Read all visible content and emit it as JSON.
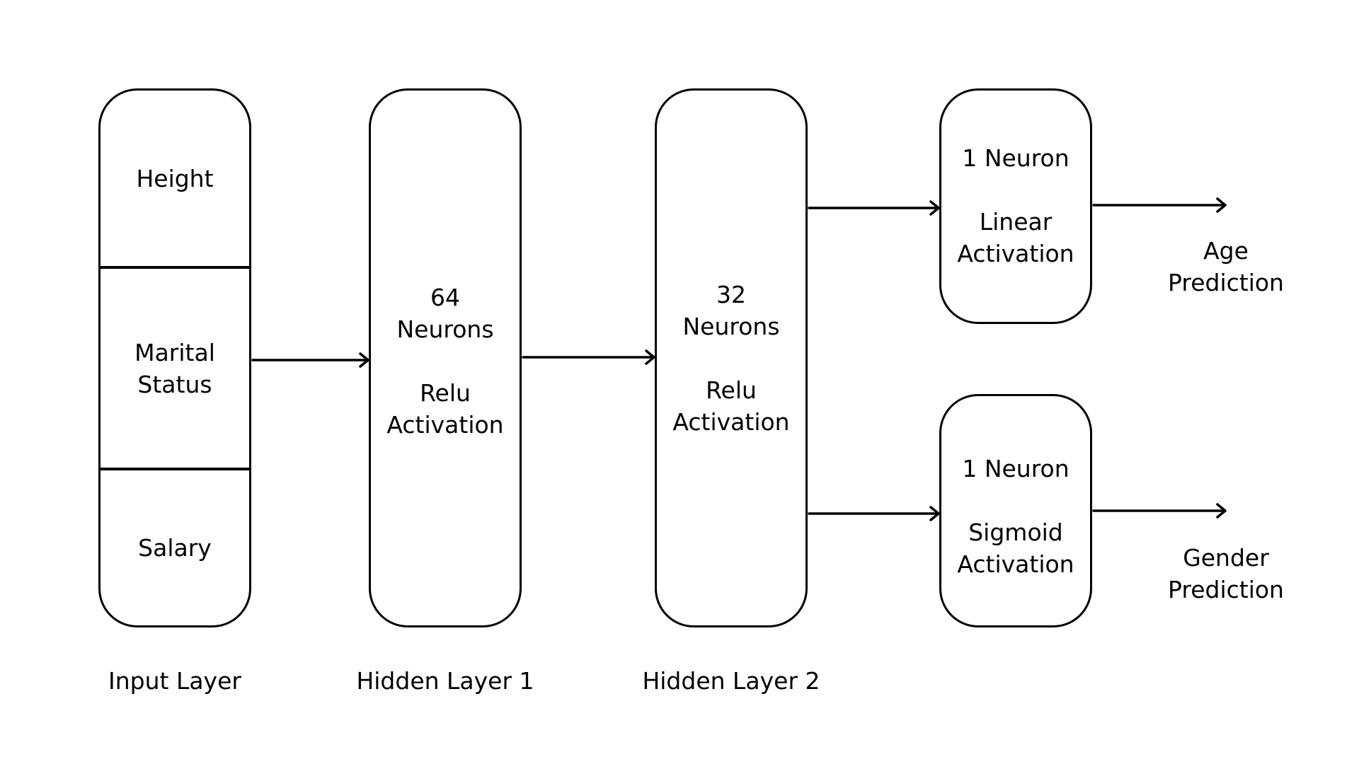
{
  "input_layer": {
    "features": [
      "Height",
      "Marital\nStatus",
      "Salary"
    ],
    "label": "Input Layer"
  },
  "hidden_layer_1": {
    "text": "64\nNeurons\n\nRelu\nActivation",
    "label": "Hidden Layer 1"
  },
  "hidden_layer_2": {
    "text": "32\nNeurons\n\nRelu\nActivation",
    "label": "Hidden Layer 2"
  },
  "output_age": {
    "text": "1 Neuron\n\nLinear\nActivation",
    "prediction": "Age\nPrediction"
  },
  "output_gender": {
    "text": "1 Neuron\n\nSigmoid\nActivation",
    "prediction": "Gender\nPrediction"
  }
}
